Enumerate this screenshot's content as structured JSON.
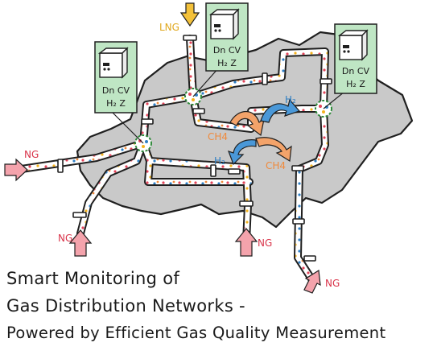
{
  "labels": {
    "lng": "LNG",
    "ng": "NG",
    "ch4": "CH4",
    "h2": "H₂"
  },
  "instrument": {
    "line1": "Dn CV",
    "line2": "H₂ Z"
  },
  "headline": {
    "line1": "Smart Monitoring of",
    "line2": "Gas Distribution Networks -",
    "line3": "Powered by Efficient Gas Quality Measurement"
  },
  "colors": {
    "map_fill": "#c9c9c9",
    "pipe_fill": "#ffffff",
    "instrument_panel": "#bfe6c4",
    "ng_arrow": "#f4a3ac",
    "lng_arrow": "#f3c13a",
    "ch4_arrow": "#f3a36a",
    "h2_arrow": "#4a98d8",
    "ch4_text": "#f08a3c",
    "h2_text": "#2f7fc4",
    "ng_text": "#d9344a",
    "lng_text": "#e0a81e"
  }
}
